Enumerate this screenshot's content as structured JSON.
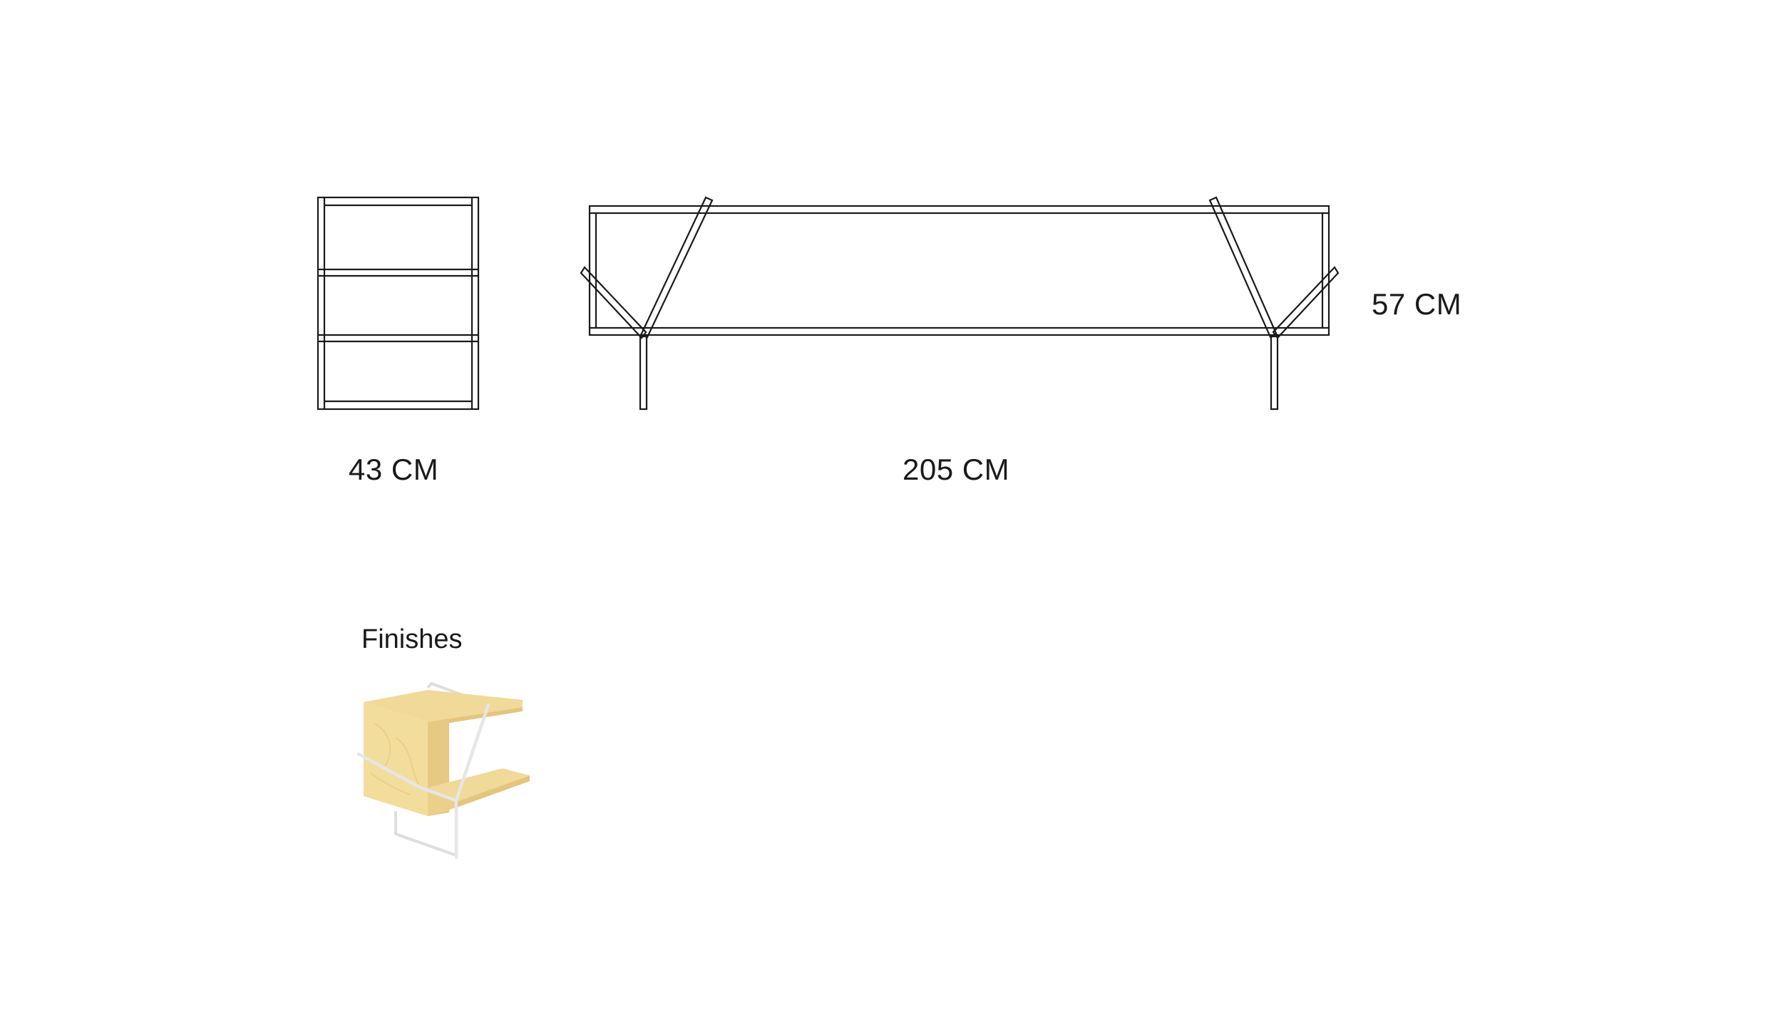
{
  "dimensions": {
    "depth_label": "43 CM",
    "width_label": "205 CM",
    "height_label": "57 CM"
  },
  "finishes": {
    "title": "Finishes",
    "swatches": [
      {
        "icon": "birch-plywood-white-frame-swatch",
        "wood_color": "#f3dd9c",
        "frame_color": "#e6e6e6"
      }
    ]
  },
  "colors": {
    "line": "#1a1a1a",
    "background": "#ffffff"
  }
}
